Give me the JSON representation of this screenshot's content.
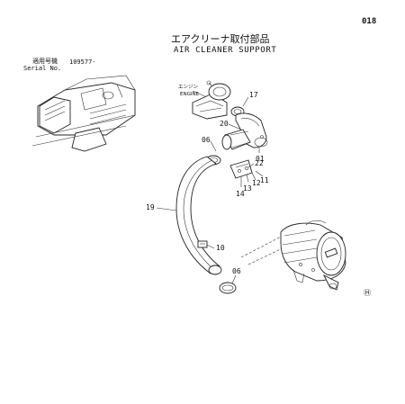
{
  "page_number": "018",
  "title_jp": "エアクリーナ取付部品",
  "title_en": "AIR CLEANER SUPPORT",
  "serial": {
    "label_jp": "適用号機",
    "number": "109577-",
    "label_en": "Serial No."
  },
  "engine_label_jp": "エンジン",
  "engine_label_en": "ENGINE",
  "callouts": {
    "p17": "17",
    "p20": "20",
    "p06a": "06",
    "p01": "01",
    "p22": "22",
    "p14": "14",
    "p13": "13",
    "p12": "12",
    "p11": "11",
    "p19": "19",
    "p10": "10",
    "p06b": "06"
  },
  "corner_mark": "Ⓗ"
}
